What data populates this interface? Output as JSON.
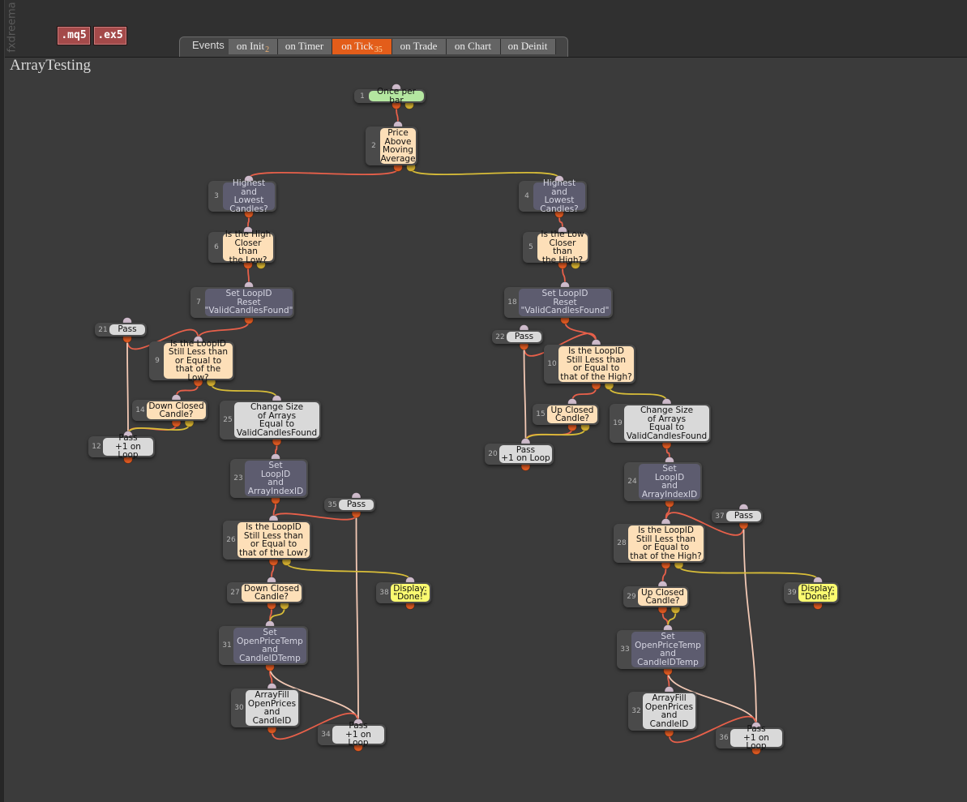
{
  "brand": "fxdreema",
  "file_buttons": [
    ".mq5",
    ".ex5"
  ],
  "project_title": "ArrayTesting",
  "events_label": "Events",
  "event_tabs": [
    {
      "label": "on Init",
      "count": "2",
      "active": false
    },
    {
      "label": "on Timer",
      "count": "",
      "active": false
    },
    {
      "label": "on Tick",
      "count": "35",
      "active": true
    },
    {
      "label": "on Trade",
      "count": "",
      "active": false
    },
    {
      "label": "on Chart",
      "count": "",
      "active": false
    },
    {
      "label": "on Deinit",
      "count": "",
      "active": false
    }
  ],
  "colors": {
    "wire_yes": "#e8604a",
    "wire_no": "#d8bd38",
    "wire_pass": "#f2c8b4",
    "connector_in": "#cfbccc",
    "connector_yes": "#e05a22",
    "connector_no": "#d4b030",
    "active_tab": "#e35d1a",
    "file_button": "#a44a4a"
  },
  "blocks": [
    {
      "id": "1",
      "type": "green",
      "label": "Once per bar"
    },
    {
      "id": "2",
      "type": "orange",
      "label": "Price\nAbove\nMoving\nAverage"
    },
    {
      "id": "3",
      "type": "dark",
      "label": "Highest and\nLowest\nCandles?"
    },
    {
      "id": "4",
      "type": "dark",
      "label": "Highest and\nLowest\nCandles?"
    },
    {
      "id": "6",
      "type": "orange",
      "label": "Is the High\nCloser than\nthe Low?"
    },
    {
      "id": "5",
      "type": "orange",
      "label": "Is the Low\nCloser than\nthe High?"
    },
    {
      "id": "7",
      "type": "dark",
      "label": "Set LoopID\nReset\n\"ValidCandlesFound\""
    },
    {
      "id": "18",
      "type": "dark",
      "label": "Set LoopID\nReset\n\"ValidCandlesFound\""
    },
    {
      "id": "21",
      "type": "grey",
      "label": "Pass"
    },
    {
      "id": "22",
      "type": "grey",
      "label": "Pass"
    },
    {
      "id": "9",
      "type": "orange",
      "label": "Is the LoopID\nStill Less than\nor Equal to\nthat of the Low?"
    },
    {
      "id": "10",
      "type": "orange",
      "label": "Is the LoopID\nStill Less than\nor Equal to\nthat of the High?"
    },
    {
      "id": "14",
      "type": "orange",
      "label": "Down Closed\nCandle?"
    },
    {
      "id": "15",
      "type": "orange",
      "label": "Up Closed\nCandle?"
    },
    {
      "id": "25",
      "type": "grey",
      "label": "Change Size\nof Arrays\nEqual to\nValidCandlesFound"
    },
    {
      "id": "19",
      "type": "grey",
      "label": "Change Size\nof Arrays\nEqual to\nValidCandlesFound"
    },
    {
      "id": "12",
      "type": "grey",
      "label": "Pass\n+1 on Loop"
    },
    {
      "id": "20",
      "type": "grey",
      "label": "Pass\n+1 on Loop"
    },
    {
      "id": "23",
      "type": "dark",
      "label": "Set\nLoopID\nand\nArrayIndexID"
    },
    {
      "id": "24",
      "type": "dark",
      "label": "Set\nLoopID\nand\nArrayIndexID"
    },
    {
      "id": "35",
      "type": "grey",
      "label": "Pass"
    },
    {
      "id": "37",
      "type": "grey",
      "label": "Pass"
    },
    {
      "id": "26",
      "type": "orange",
      "label": "Is the LoopID\nStill Less than\nor Equal to\nthat of the Low?"
    },
    {
      "id": "28",
      "type": "orange",
      "label": "Is the LoopID\nStill Less than\nor Equal to\nthat of the High?"
    },
    {
      "id": "27",
      "type": "orange",
      "label": "Down Closed\nCandle?"
    },
    {
      "id": "29",
      "type": "orange",
      "label": "Up Closed\nCandle?"
    },
    {
      "id": "38",
      "type": "yellow",
      "label": "Display:\n\"Done!\""
    },
    {
      "id": "39",
      "type": "yellow",
      "label": "Display:\n\"Done!\""
    },
    {
      "id": "31",
      "type": "dark",
      "label": "Set\nOpenPriceTemp\nand\nCandleIDTemp"
    },
    {
      "id": "33",
      "type": "dark",
      "label": "Set\nOpenPriceTemp\nand\nCandleIDTemp"
    },
    {
      "id": "30",
      "type": "grey",
      "label": "ArrayFill\nOpenPrices\nand\nCandleID"
    },
    {
      "id": "32",
      "type": "grey",
      "label": "ArrayFill\nOpenPrices\nand\nCandleID"
    },
    {
      "id": "34",
      "type": "grey",
      "label": "Pass\n+1 on Loop"
    },
    {
      "id": "36",
      "type": "grey",
      "label": "Pass\n+1 on Loop"
    }
  ],
  "wires": [
    {
      "from": "1",
      "to": "2",
      "port": "yes"
    },
    {
      "from": "2",
      "to": "3",
      "port": "yes"
    },
    {
      "from": "2",
      "to": "4",
      "port": "no"
    },
    {
      "from": "3",
      "to": "6",
      "port": "yes"
    },
    {
      "from": "6",
      "to": "7",
      "port": "yes"
    },
    {
      "from": "7",
      "to": "9",
      "port": "yes"
    },
    {
      "from": "21",
      "to": "9",
      "port": "yes"
    },
    {
      "from": "21",
      "to": "12",
      "port": "pass"
    },
    {
      "from": "9",
      "to": "14",
      "port": "yes"
    },
    {
      "from": "9",
      "to": "25",
      "port": "no"
    },
    {
      "from": "14",
      "to": "12",
      "port": "yes"
    },
    {
      "from": "14",
      "to": "12",
      "port": "no"
    },
    {
      "from": "25",
      "to": "23",
      "port": "yes"
    },
    {
      "from": "23",
      "to": "26",
      "port": "yes"
    },
    {
      "from": "35",
      "to": "26",
      "port": "yes"
    },
    {
      "from": "35",
      "to": "34",
      "port": "pass"
    },
    {
      "from": "26",
      "to": "27",
      "port": "yes"
    },
    {
      "from": "26",
      "to": "38",
      "port": "no"
    },
    {
      "from": "27",
      "to": "31",
      "port": "yes"
    },
    {
      "from": "27",
      "to": "31",
      "port": "no"
    },
    {
      "from": "31",
      "to": "30",
      "port": "yes"
    },
    {
      "from": "31",
      "to": "34",
      "port": "pass"
    },
    {
      "from": "30",
      "to": "34",
      "port": "yes"
    },
    {
      "from": "4",
      "to": "5",
      "port": "yes"
    },
    {
      "from": "5",
      "to": "18",
      "port": "yes"
    },
    {
      "from": "18",
      "to": "10",
      "port": "yes"
    },
    {
      "from": "22",
      "to": "10",
      "port": "yes"
    },
    {
      "from": "22",
      "to": "20",
      "port": "pass"
    },
    {
      "from": "10",
      "to": "15",
      "port": "yes"
    },
    {
      "from": "10",
      "to": "19",
      "port": "no"
    },
    {
      "from": "15",
      "to": "20",
      "port": "yes"
    },
    {
      "from": "15",
      "to": "20",
      "port": "no"
    },
    {
      "from": "19",
      "to": "24",
      "port": "yes"
    },
    {
      "from": "24",
      "to": "28",
      "port": "yes"
    },
    {
      "from": "37",
      "to": "28",
      "port": "yes"
    },
    {
      "from": "37",
      "to": "36",
      "port": "pass"
    },
    {
      "from": "28",
      "to": "29",
      "port": "yes"
    },
    {
      "from": "28",
      "to": "39",
      "port": "no"
    },
    {
      "from": "29",
      "to": "33",
      "port": "yes"
    },
    {
      "from": "29",
      "to": "33",
      "port": "no"
    },
    {
      "from": "33",
      "to": "32",
      "port": "yes"
    },
    {
      "from": "33",
      "to": "36",
      "port": "pass"
    },
    {
      "from": "32",
      "to": "36",
      "port": "yes"
    }
  ]
}
